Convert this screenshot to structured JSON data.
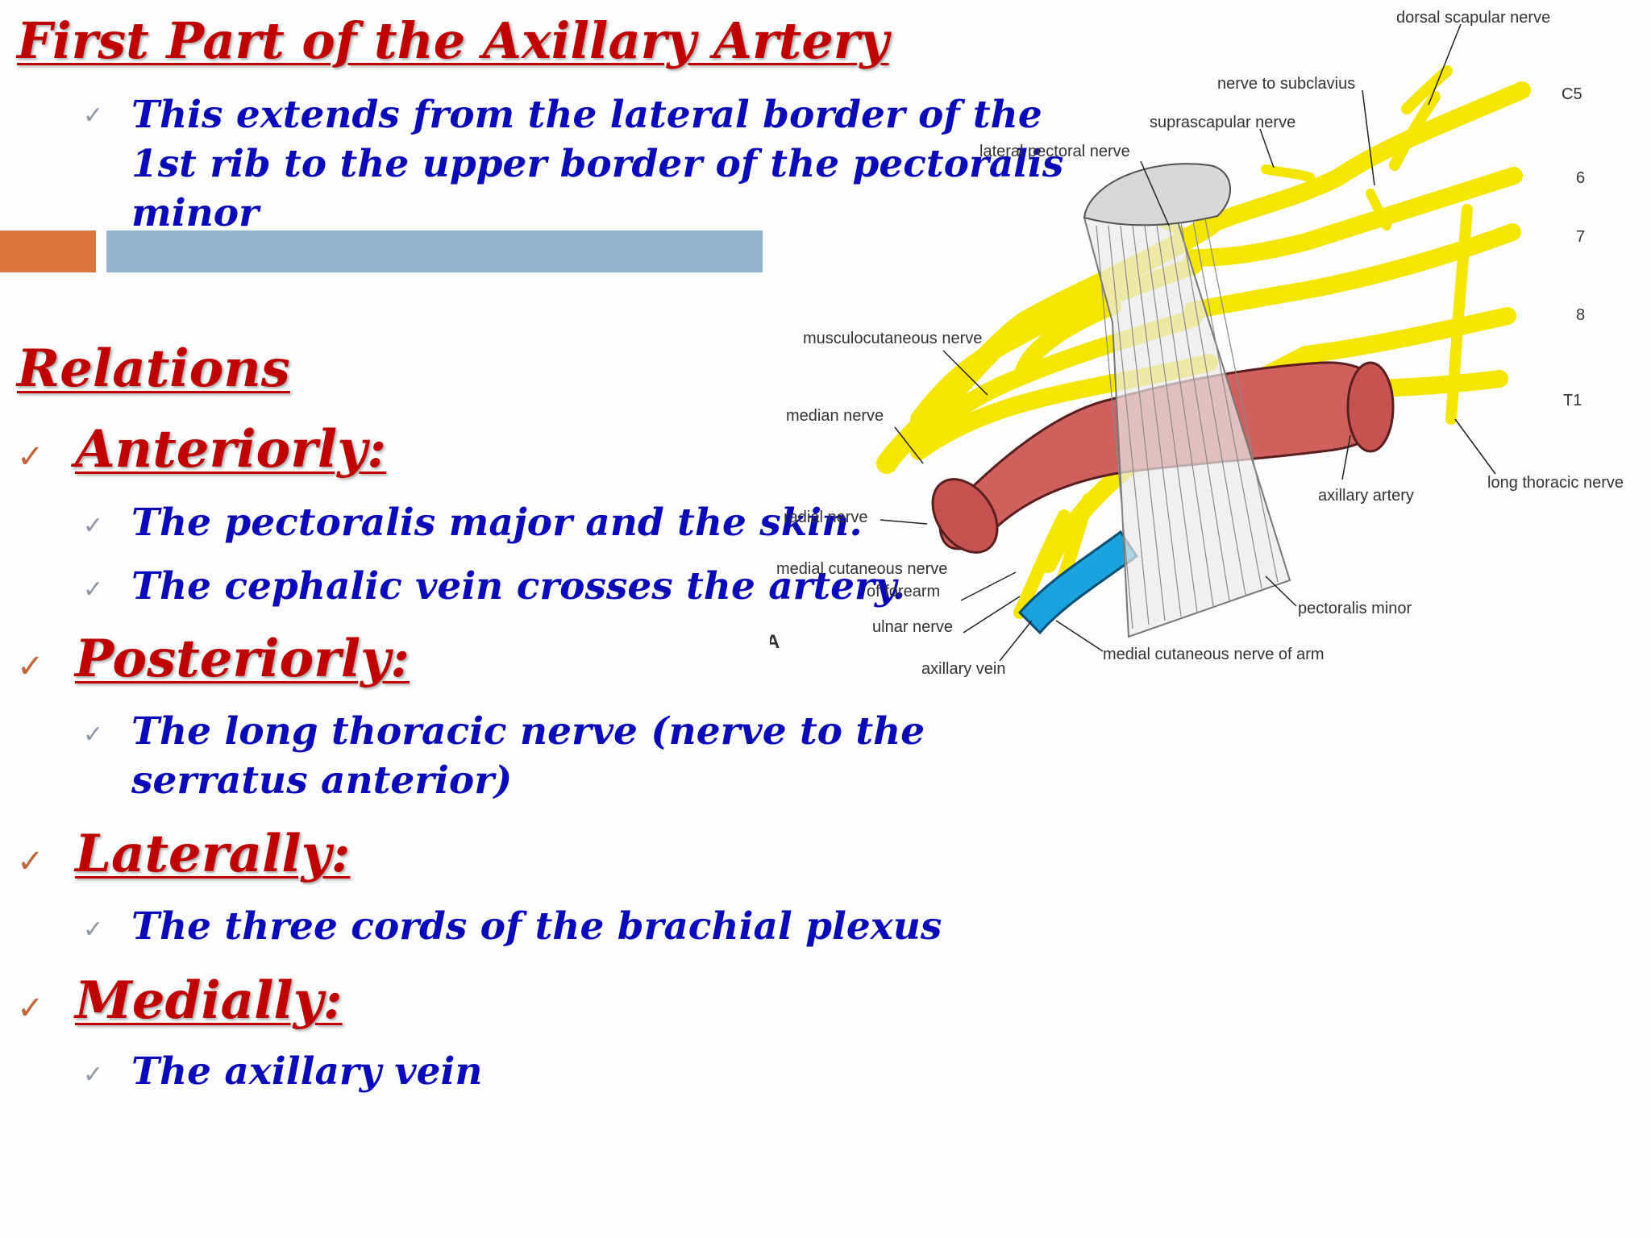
{
  "title": "First Part of the Axillary Artery",
  "intro": {
    "lines": [
      "This extends from the lateral border of the",
      "1st rib to the upper border of the pectoralis",
      "minor"
    ]
  },
  "relations_heading": "Relations",
  "sections": {
    "anterior": {
      "heading": "Anteriorly:",
      "items": [
        "The pectoralis major and the skin.",
        "The cephalic vein crosses the artery."
      ]
    },
    "posterior": {
      "heading": "Posteriorly:",
      "lines": [
        "The long thoracic nerve (nerve to the",
        "serratus anterior)"
      ]
    },
    "lateral": {
      "heading": "Laterally:",
      "items": [
        "The three cords of the brachial plexus"
      ]
    },
    "medial": {
      "heading": "Medially:",
      "items": [
        "The axillary vein"
      ]
    }
  },
  "figure": {
    "labels": {
      "dorsal_scapular": "dorsal scapular nerve",
      "nerve_subclavius": "nerve to subclavius",
      "suprascapular": "suprascapular nerve",
      "lateral_pectoral": "lateral pectoral nerve",
      "musculocutaneous": "musculocutaneous nerve",
      "median": "median nerve",
      "radial": "radial nerve",
      "med_cut_forearm_1": "medial cutaneous nerve",
      "med_cut_forearm_2": "of forearm",
      "ulnar": "ulnar nerve",
      "axillary_vein": "axillary vein",
      "med_cut_arm": "medial cutaneous nerve of arm",
      "pectoralis_minor": "pectoralis minor",
      "axillary_artery": "axillary artery",
      "long_thoracic": "long thoracic nerve",
      "c5": "C5",
      "n6": "6",
      "n7": "7",
      "n8": "8",
      "t1": "T1",
      "panel": "A"
    },
    "colors": {
      "nerve": "#f4e600",
      "artery": "#d0605e",
      "vein": "#1aa3dd",
      "muscle": "#e9e9e9"
    }
  }
}
